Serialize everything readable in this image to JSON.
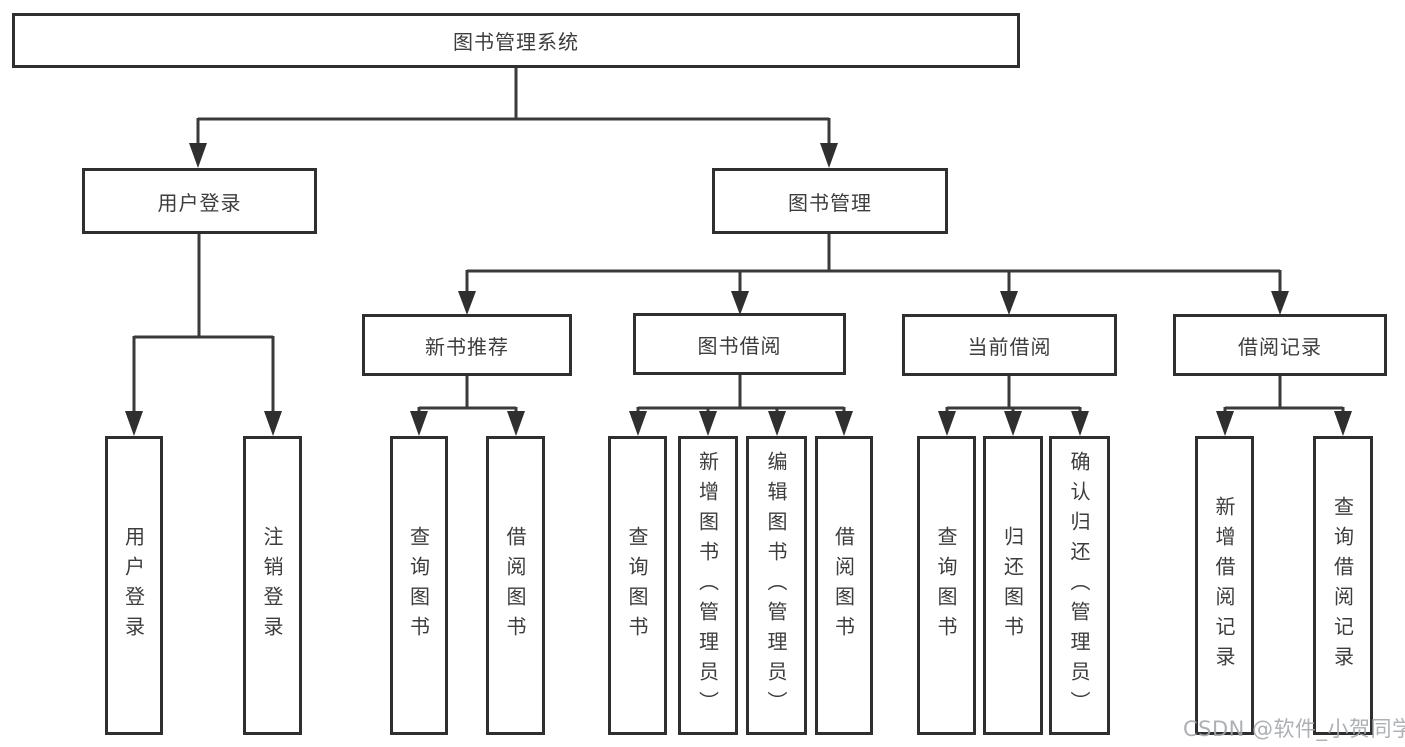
{
  "colors": {
    "line": "#3a3a3a",
    "box_border": "#2f2f2f",
    "box_background": "#ffffff",
    "text": "#3d3d3d",
    "watermark": "#a4a7ac"
  },
  "watermark": "CSDN @软件_小贺同学",
  "tree": {
    "label": "图书管理系统",
    "children": [
      {
        "label": "用户登录",
        "children": [
          {
            "label": "用户登录"
          },
          {
            "label": "注销登录"
          }
        ]
      },
      {
        "label": "图书管理",
        "children": [
          {
            "label": "新书推荐",
            "children": [
              {
                "label": "查询图书"
              },
              {
                "label": "借阅图书"
              }
            ]
          },
          {
            "label": "图书借阅",
            "children": [
              {
                "label": "查询图书"
              },
              {
                "label": "新增图书（管理员）"
              },
              {
                "label": "编辑图书（管理员）"
              },
              {
                "label": "借阅图书"
              }
            ]
          },
          {
            "label": "当前借阅",
            "children": [
              {
                "label": "查询图书"
              },
              {
                "label": "归还图书"
              },
              {
                "label": "确认归还（管理员）"
              }
            ]
          },
          {
            "label": "借阅记录",
            "children": [
              {
                "label": "新增借阅记录"
              },
              {
                "label": "查询借阅记录"
              }
            ]
          }
        ]
      }
    ]
  }
}
